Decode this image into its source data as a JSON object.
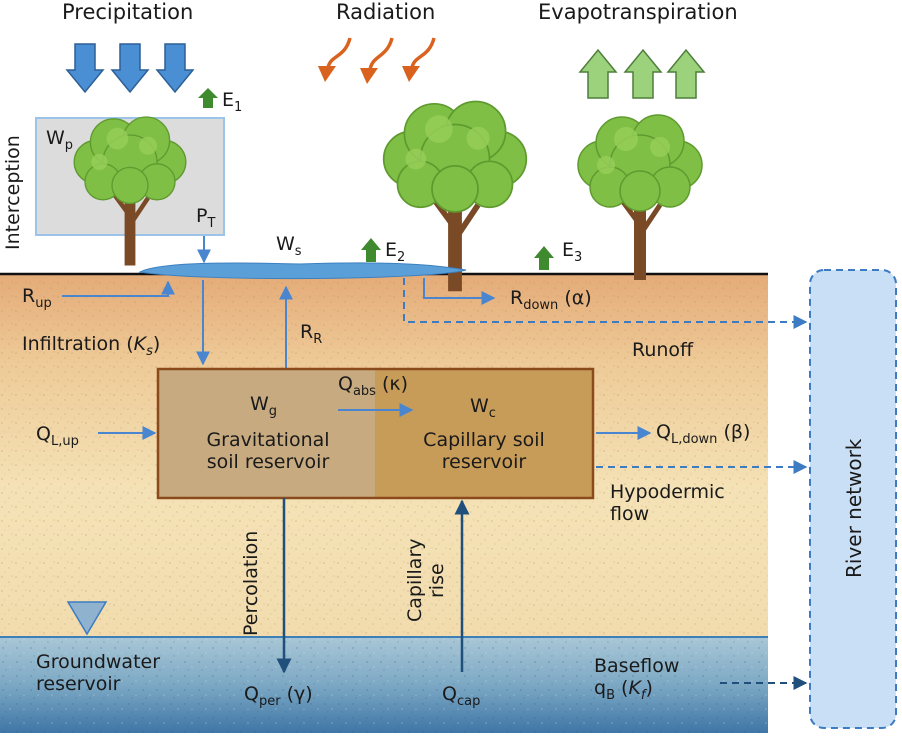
{
  "top": {
    "precipitation": "Precipitation",
    "radiation": "Radiation",
    "evapotranspiration": "Evapotranspiration"
  },
  "interception": "Interception",
  "labels": {
    "wp": "W",
    "wp_sub": "p",
    "e1": "E",
    "e1_sub": "1",
    "pt": "P",
    "pt_sub": "T",
    "ws": "W",
    "ws_sub": "s",
    "e2": "E",
    "e2_sub": "2",
    "e3": "E",
    "e3_sub": "3",
    "rup": "R",
    "rup_sub": "up",
    "rdown": "R",
    "rdown_sub": "down",
    "rdown_param": " (α)",
    "infiltration": "Infiltration (",
    "infiltration_param": "K",
    "infiltration_param_sub": "s",
    "infiltration_close": ")",
    "rr": "R",
    "rr_sub": "R",
    "runoff": "Runoff",
    "qabs": "Q",
    "qabs_sub": "abs",
    "qabs_param": " (κ)",
    "wg": "W",
    "wg_sub": "g",
    "wc": "W",
    "wc_sub": "c",
    "gravitational_1": "Gravitational",
    "gravitational_2": "soil reservoir",
    "capillary_1": "Capillary soil",
    "capillary_2": "reservoir",
    "qlup": "Q",
    "qlup_sub": "L,up",
    "qldown": "Q",
    "qldown_sub": "L,down",
    "qldown_param": " (β)",
    "hypodermic_1": "Hypodermic",
    "hypodermic_2": "flow",
    "percolation": "Percolation",
    "capillary_rise_1": "Capillary",
    "capillary_rise_2": "rise",
    "groundwater_1": "Groundwater",
    "groundwater_2": "reservoir",
    "qper": "Q",
    "qper_sub": "per",
    "qper_param": " (γ)",
    "qcap": "Q",
    "qcap_sub": "cap",
    "baseflow": "Baseflow",
    "qb": "q",
    "qb_sub": "B",
    "qb_open": " (",
    "qb_param": "K",
    "qb_param_sub": "f",
    "qb_close": ")",
    "river_network": "River network"
  },
  "colors": {
    "precip_arrow": "#4a8fd4",
    "radiation_arrow": "#d9631e",
    "evap_arrow": "#9cd27c",
    "evap_small_arrow": "#3f8a2e",
    "flow_arrow": "#4a86cf",
    "dark_arrow": "#1f4f7a",
    "water": "#5b9fd8",
    "soil_top": "#e8b98a",
    "soil_mid": "#f2ddb0",
    "groundwater": "#4f86ad",
    "reservoir_border": "#8a4a1c",
    "river": "#c9dff5"
  }
}
